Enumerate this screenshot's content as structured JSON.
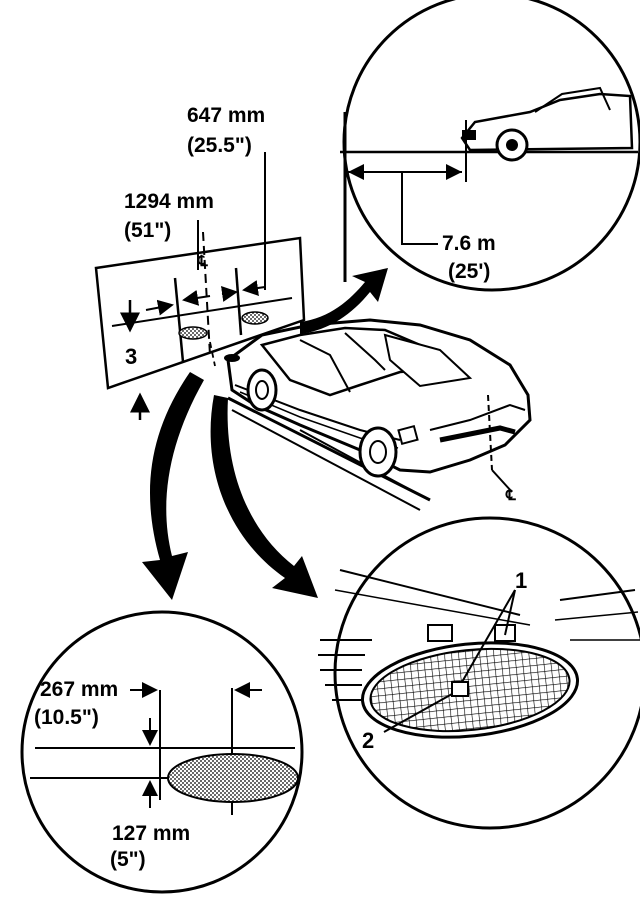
{
  "labels": {
    "headlamp_offset_mm": "647 mm",
    "headlamp_offset_in": "(25.5\")",
    "headlamp_spacing_mm": "1294 mm",
    "headlamp_spacing_in": "(51\")",
    "screen_distance_m": "7.6 m",
    "screen_distance_ft": "(25')",
    "hotspot_width_mm": "267 mm",
    "hotspot_width_in": "(10.5\")",
    "hotspot_height_mm": "127 mm",
    "hotspot_height_in": "(5\")",
    "callout_1": "1",
    "callout_2": "2",
    "callout_3": "3",
    "centerline_symbol": "℄"
  }
}
